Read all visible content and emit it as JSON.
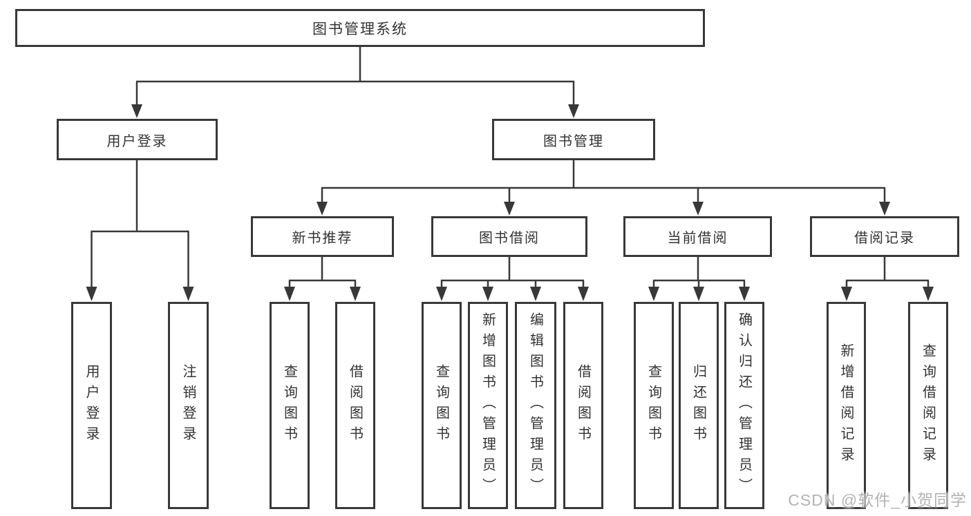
{
  "diagram": {
    "tree": {
      "label": "图书管理系统",
      "children": [
        {
          "label": "用户登录",
          "children": [
            {
              "label": "用户登录"
            },
            {
              "label": "注销登录"
            }
          ]
        },
        {
          "label": "图书管理",
          "children": [
            {
              "label": "新书推荐",
              "children": [
                {
                  "label": "查询图书"
                },
                {
                  "label": "借阅图书"
                }
              ]
            },
            {
              "label": "图书借阅",
              "children": [
                {
                  "label": "查询图书"
                },
                {
                  "label": "新增图书（管理员）"
                },
                {
                  "label": "编辑图书（管理员）"
                },
                {
                  "label": "借阅图书"
                }
              ]
            },
            {
              "label": "当前借阅",
              "children": [
                {
                  "label": "查询图书"
                },
                {
                  "label": "归还图书"
                },
                {
                  "label": "确认归还（管理员）"
                }
              ]
            },
            {
              "label": "借阅记录",
              "children": [
                {
                  "label": "新增借阅记录"
                },
                {
                  "label": "查询借阅记录"
                }
              ]
            }
          ]
        }
      ]
    },
    "colors": {
      "line": "#383838",
      "text": "#333333",
      "background": "#ffffff",
      "watermark": "#b3b3b3"
    }
  },
  "watermark": {
    "text": "CSDN @软件_小贺同学"
  }
}
